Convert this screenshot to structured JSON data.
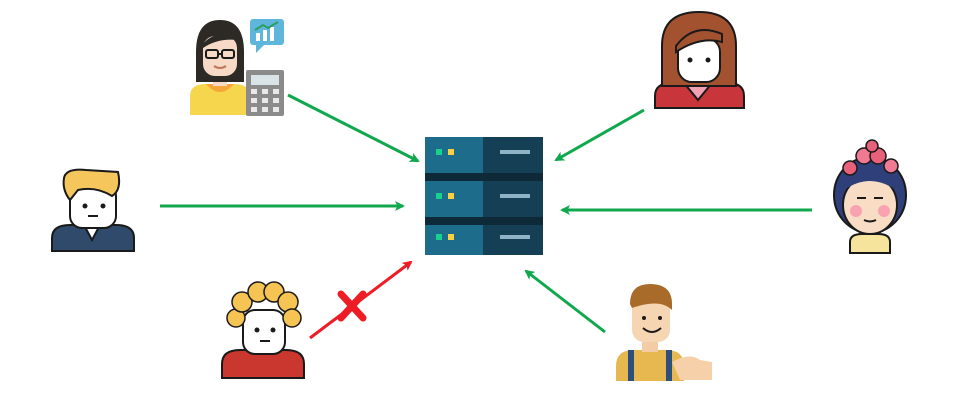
{
  "colors": {
    "allowed": "#10a84d",
    "blocked": "#ee1c24",
    "server_dark": "#153f55",
    "server_light": "#1d6c8c",
    "server_led_green": "#17d28c",
    "server_led_yellow": "#f8d040"
  },
  "nodes": {
    "server": {
      "icon": "server-rack-icon"
    },
    "users": [
      {
        "id": "businesswoman",
        "icon": "woman-with-calculator-icon",
        "access": "allowed"
      },
      {
        "id": "woman-brown-hair",
        "icon": "woman-avatar-icon",
        "access": "allowed"
      },
      {
        "id": "blond-man",
        "icon": "man-avatar-icon",
        "access": "allowed"
      },
      {
        "id": "woman-flower-crown",
        "icon": "woman-flower-crown-icon",
        "access": "allowed"
      },
      {
        "id": "curly-haired-man",
        "icon": "curly-hair-man-icon",
        "access": "blocked"
      },
      {
        "id": "thumbs-up-man",
        "icon": "man-thumbs-up-icon",
        "access": "allowed"
      }
    ]
  },
  "connections": [
    {
      "from": "businesswoman",
      "to": "server",
      "status": "allowed"
    },
    {
      "from": "woman-brown-hair",
      "to": "server",
      "status": "allowed"
    },
    {
      "from": "blond-man",
      "to": "server",
      "status": "allowed"
    },
    {
      "from": "woman-flower-crown",
      "to": "server",
      "status": "allowed"
    },
    {
      "from": "curly-haired-man",
      "to": "server",
      "status": "blocked",
      "marker": "x-mark-icon"
    },
    {
      "from": "thumbs-up-man",
      "to": "server",
      "status": "allowed"
    }
  ]
}
